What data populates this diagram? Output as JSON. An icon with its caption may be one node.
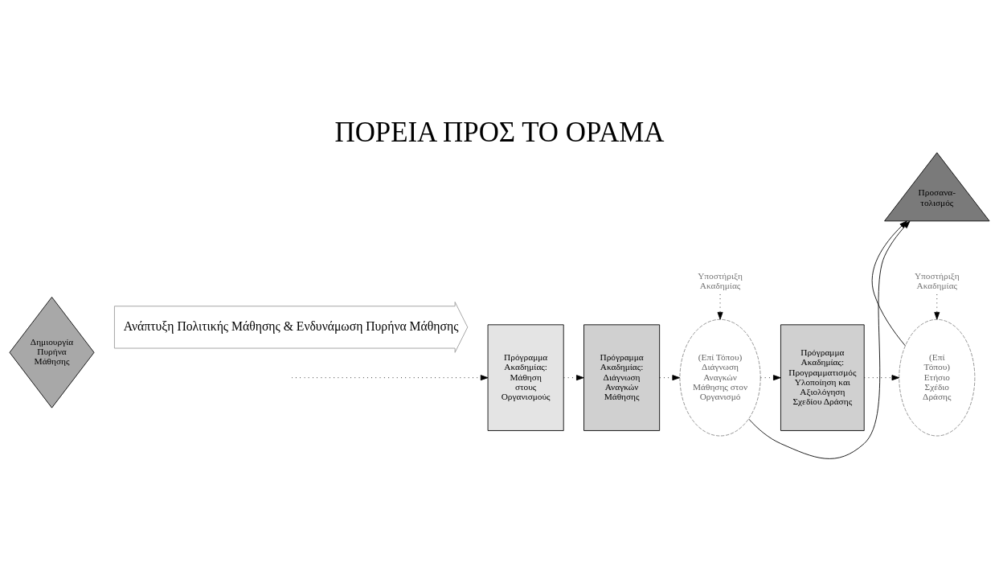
{
  "diagram": {
    "title": "ΠΟΡΕΙΑ ΠΡΟΣ ΤΟ ΟΡΑΜΑ",
    "nodes": [
      {
        "text": [
          "Δημιουργία Πυρήνα Μάθησης"
        ]
      },
      {
        "text": [
          "Πρόγραμμα Ακαδημίας: Μάθηση στους Οργανισμούς"
        ]
      },
      {
        "text": [
          "Πρόγραμμα Ακαδημίας: Διάγνωση Αναγκών Μάθησης"
        ]
      },
      {
        "text": [
          "Υποστήριξη Ακαδημίας"
        ]
      },
      {
        "text": [
          "(Επί Τόπου) Διάγνωση Αναγκών Μάθησης στον Οργανισμό"
        ]
      },
      {
        "text": [
          "Πρόγραμμα Ακαδημίας: Προγραμματισμός Υλοποίηση και Αξιολόγηση Σχεδίου Δράσης"
        ]
      },
      {
        "text": [
          "Υποστήριξη Ακαδημίας"
        ]
      },
      {
        "text": [
          "(Επί Τόπου) Ετήσιο Σχέδιο Δράσης"
        ]
      },
      {
        "text": [
          "Προσανα- τολισμός"
        ]
      },
      {
        "text": [
          "Ανάπτυξη Πολιτικής Μάθησης & Ενδυνάμωση Πυρήνα Μάθησης"
        ]
      }
    ],
    "edges": [
      {
        "from": null,
        "to": 1,
        "arrow": "to",
        "style": "dashed"
      },
      {
        "from": 1,
        "to": 2,
        "arrow": "to",
        "style": "dashed"
      },
      {
        "from": 2,
        "to": 4,
        "arrow": "to",
        "style": "dashed"
      },
      {
        "from": 3,
        "to": 4,
        "arrow": "to",
        "style": "dashed"
      },
      {
        "from": 4,
        "to": 5,
        "arrow": "to",
        "style": "dashed"
      },
      {
        "from": 5,
        "to": 7,
        "arrow": "to",
        "style": "dashed"
      },
      {
        "from": 6,
        "to": 7,
        "arrow": "to",
        "style": "dashed"
      },
      {
        "from": 4,
        "to": 8,
        "arrow": "to"
      },
      {
        "from": 7,
        "to": 8,
        "arrow": "to"
      }
    ]
  }
}
